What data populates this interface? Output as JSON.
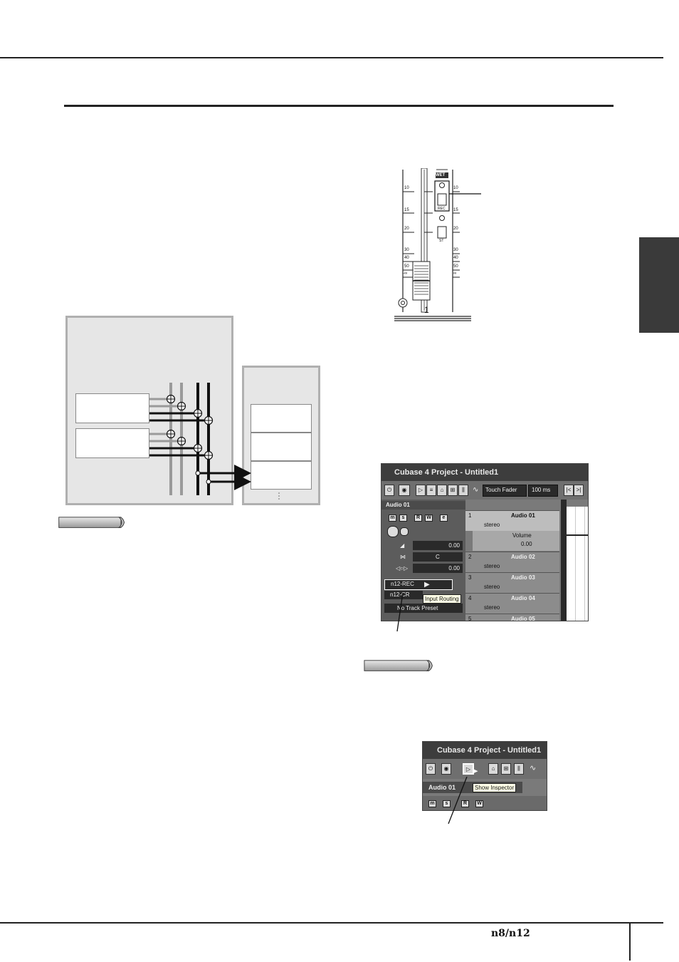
{
  "fader_panel": {
    "scale_left": [
      "10",
      "15",
      "20",
      "30",
      "40",
      "50",
      "-∞"
    ],
    "scale_right": [
      "10",
      "15",
      "20",
      "30",
      "40",
      "50",
      "∞"
    ],
    "wet_label": "WET",
    "rec_label": "REC",
    "st_label": "ST",
    "channel_number": "1"
  },
  "cubase_window_1": {
    "title": "Cubase 4 Project - Untitled1",
    "toolbar": {
      "automation_mode": "Touch Fader",
      "time_value": "100 ms"
    },
    "inspector": {
      "track_name": "Audio 01",
      "volume_value": "0.00",
      "pan_value": "C",
      "delay_value": "0.00",
      "input_routing_value": "n12-REC",
      "output_routing_value": "n12-CR",
      "track_preset": "No Track Preset"
    },
    "tooltip": "Input Routing",
    "tracks": [
      {
        "number": "1",
        "name": "Audio 01",
        "type": "stereo"
      },
      {
        "number": "2",
        "name": "Audio 02",
        "type": "stereo"
      },
      {
        "number": "3",
        "name": "Audio 03",
        "type": "stereo"
      },
      {
        "number": "4",
        "name": "Audio 04",
        "type": "stereo"
      },
      {
        "number": "5",
        "name": "Audio 05",
        "type": ""
      }
    ],
    "automation_lane": {
      "parameter": "Volume",
      "value": "0.00"
    }
  },
  "cubase_window_2": {
    "title": "Cubase 4 Project - Untitled1",
    "track_name": "Audio 01",
    "tooltip": "Show Inspector"
  },
  "footer": {
    "brand": "n8/n12"
  },
  "colors": {
    "tab": "#3a3a3a",
    "diagram_panel": "#e6e6e6",
    "window_dark": "#3d3d3d"
  }
}
